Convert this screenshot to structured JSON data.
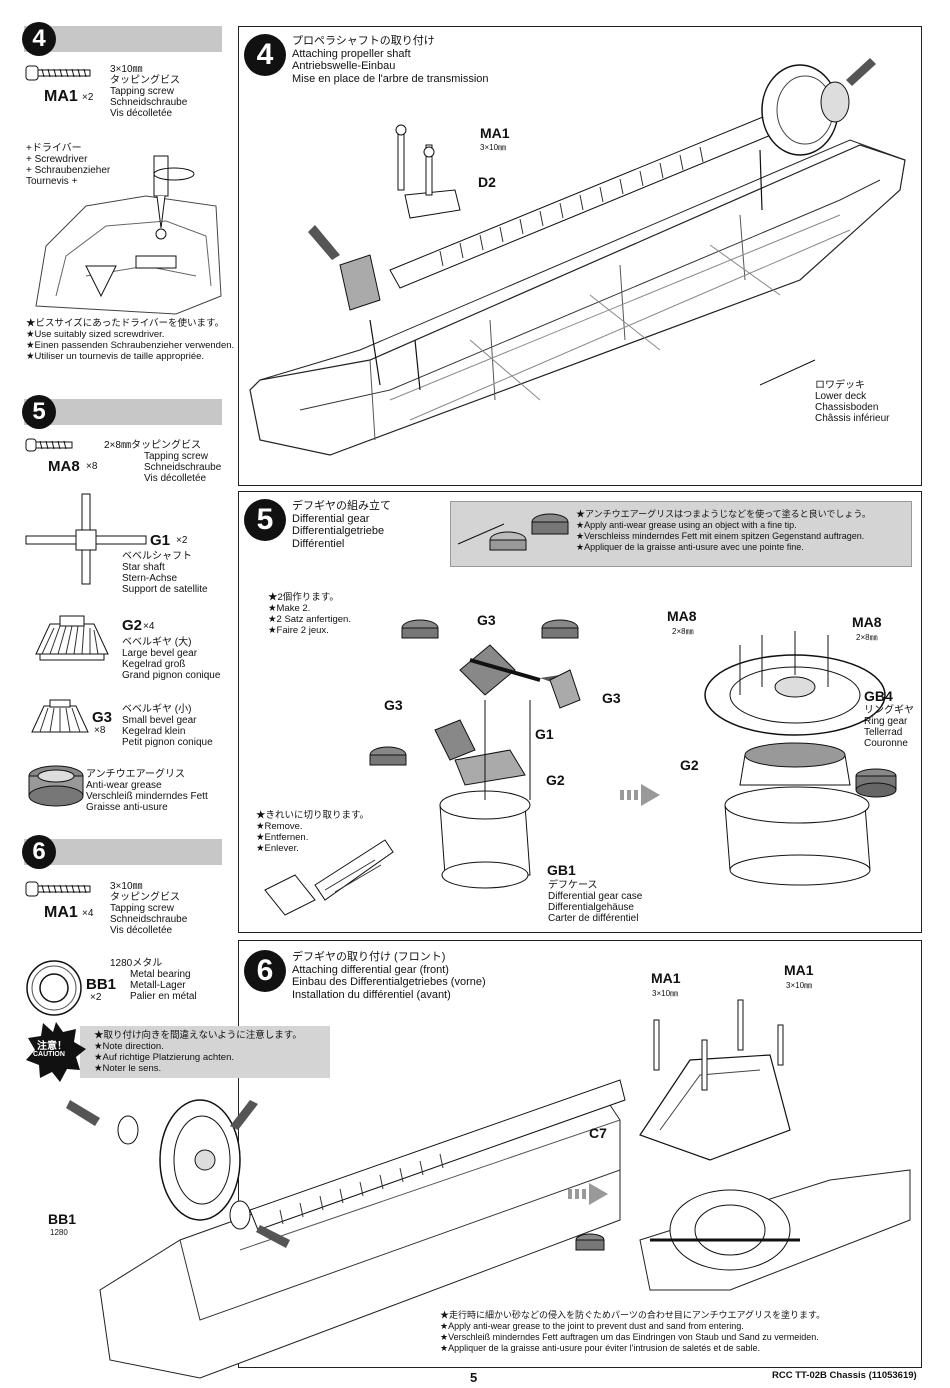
{
  "sidebar": {
    "step4": {
      "num": "4",
      "screw_label": "MA1",
      "screw_qty": "×2",
      "screw_desc": [
        "3×10㎜",
        "タッピングビス",
        "Tapping screw",
        "Schneidschraube",
        "Vis décolletée"
      ],
      "driver": [
        "+ドライバー",
        "+ Screwdriver",
        "+ Schraubenzieher",
        "Tournevis +"
      ],
      "notes": [
        "★ビスサイズにあったドライバーを使います。",
        "★Use suitably sized screwdriver.",
        "★Einen passenden Schraubenzieher verwenden.",
        "★Utiliser un tournevis de taille appropriée."
      ]
    },
    "step5": {
      "num": "5",
      "screw_label": "MA8",
      "screw_qty": "×8",
      "screw_desc": [
        "2×8㎜タッピングビス",
        "Tapping screw",
        "Schneidschraube",
        "Vis décolletée"
      ],
      "g1_label": "G1",
      "g1_qty": "×2",
      "g1_desc": [
        "ベベルシャフト",
        "Star shaft",
        "Stern-Achse",
        "Support de satellite"
      ],
      "g2_label": "G2",
      "g2_qty": "×4",
      "g2_desc": [
        "ベベルギヤ (大)",
        "Large bevel gear",
        "Kegelrad groß",
        "Grand pignon conique"
      ],
      "g3_label": "G3",
      "g3_qty": "×8",
      "g3_desc": [
        "ベベルギヤ (小)",
        "Small bevel gear",
        "Kegelrad klein",
        "Petit pignon conique"
      ],
      "grease_desc": [
        "アンチウエアーグリス",
        "Anti-wear grease",
        "Verschleiß minderndes Fett",
        "Graisse anti-usure"
      ]
    },
    "step6": {
      "num": "6",
      "screw_label": "MA1",
      "screw_qty": "×4",
      "screw_desc": [
        "3×10㎜",
        "タッピングビス",
        "Tapping screw",
        "Schneidschraube",
        "Vis décolletée"
      ],
      "bb_label": "BB1",
      "bb_qty": "×2",
      "bb_desc": [
        "1280メタル",
        "Metal bearing",
        "Metall-Lager",
        "Palier en métal"
      ]
    }
  },
  "step4": {
    "num": "4",
    "title": [
      "プロペラシャフトの取り付け",
      "Attaching propeller shaft",
      "Antriebswelle-Einbau",
      "Mise en place de l'arbre de transmission"
    ],
    "ma1": "MA1",
    "ma1_size": "3×10㎜",
    "d2": "D2",
    "lower_deck": [
      "ロワデッキ",
      "Lower deck",
      "Chassisboden",
      "Châssis inférieur"
    ]
  },
  "step5": {
    "num": "5",
    "title": [
      "デフギヤの組み立て",
      "Differential gear",
      "Differentialgetriebe",
      "Différentiel"
    ],
    "grease_note": [
      "★アンチウエアーグリスはつまようじなどを使って塗ると良いでしょう。",
      "★Apply anti-wear grease using an object with a fine tip.",
      "★Verschleiss minderndes Fett mit einem spitzen Gegenstand auftragen.",
      "★Appliquer de la graisse anti-usure avec une pointe fine."
    ],
    "make2": [
      "★2個作ります。",
      "★Make 2.",
      "★2 Satz anfertigen.",
      "★Faire 2 jeux."
    ],
    "remove": [
      "★きれいに切り取ります。",
      "★Remove.",
      "★Entfernen.",
      "★Enlever."
    ],
    "g3": "G3",
    "g1": "G1",
    "g2": "G2",
    "gb1": "GB1",
    "gb1_desc": [
      "デフケース",
      "Differential gear case",
      "Differentialgehäuse",
      "Carter de différentiel"
    ],
    "ma8": "MA8",
    "ma8_size": "2×8㎜",
    "gb4": "GB4",
    "gb4_desc": [
      "リングギヤ",
      "Ring gear",
      "Tellerrad",
      "Couronne"
    ]
  },
  "step6": {
    "num": "6",
    "title": [
      "デフギヤの取り付け (フロント)",
      "Attaching differential gear (front)",
      "Einbau des Differentialgetriebes (vorne)",
      "Installation du différentiel (avant)"
    ],
    "caution_badge": [
      "注意！",
      "CAUTION"
    ],
    "caution": [
      "★取り付け向きを間違えないように注意します。",
      "★Note direction.",
      "★Auf richtige Platzierung achten.",
      "★Noter le sens."
    ],
    "bb1": "BB1",
    "bb1_sub": "1280",
    "ma1": "MA1",
    "ma1_size": "3×10㎜",
    "c7": "C7",
    "bottom_note": [
      "★走行時に細かい砂などの侵入を防ぐためパーツの合わせ目にアンチウエアグリスを塗ります。",
      "★Apply anti-wear grease to the joint to prevent dust and sand from entering.",
      "★Verschleiß minderndes Fett auftragen um das Eindringen von Staub und Sand zu vermeiden.",
      "★Appliquer de la graisse anti-usure pour éviter l'intrusion de saletés et de sable."
    ]
  },
  "footer": {
    "page": "5",
    "model": "RCC TT-02B Chassis (11053619)"
  }
}
